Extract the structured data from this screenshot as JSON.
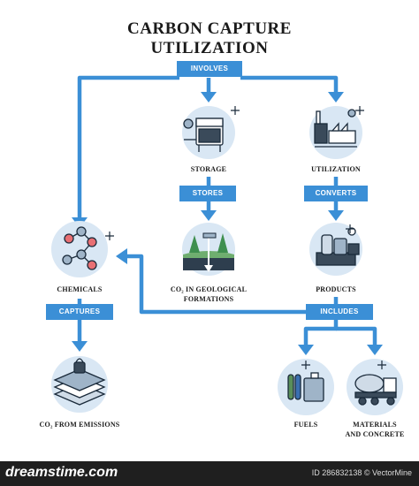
{
  "title": {
    "line1": "CARBON CAPTURE",
    "line2": "UTILIZATION"
  },
  "pills": {
    "involves": "INVOLVES",
    "stores": "STORES",
    "converts": "CONVERTS",
    "captures": "CAPTURES",
    "includes": "INCLUDES"
  },
  "nodes": {
    "storage": "STORAGE",
    "utilization": "UTILIZATION",
    "geological_line1": "CO₂ IN GEOLOGICAL",
    "geological_line2": "FORMATIONS",
    "chemicals": "CHEMICALS",
    "products": "PRODUCTS",
    "emissions": "CO₂ FROM EMISSIONS",
    "fuels": "FUELS",
    "materials_line1": "MATERIALS",
    "materials_line2": "AND CONCRETE"
  },
  "footer": {
    "site": "dreamstime.com",
    "id": "ID 286832138 © VectorMine"
  },
  "colors": {
    "accent": "#3b8fd6",
    "circle": "#d9e7f4",
    "footer": "#1f1f1f"
  }
}
